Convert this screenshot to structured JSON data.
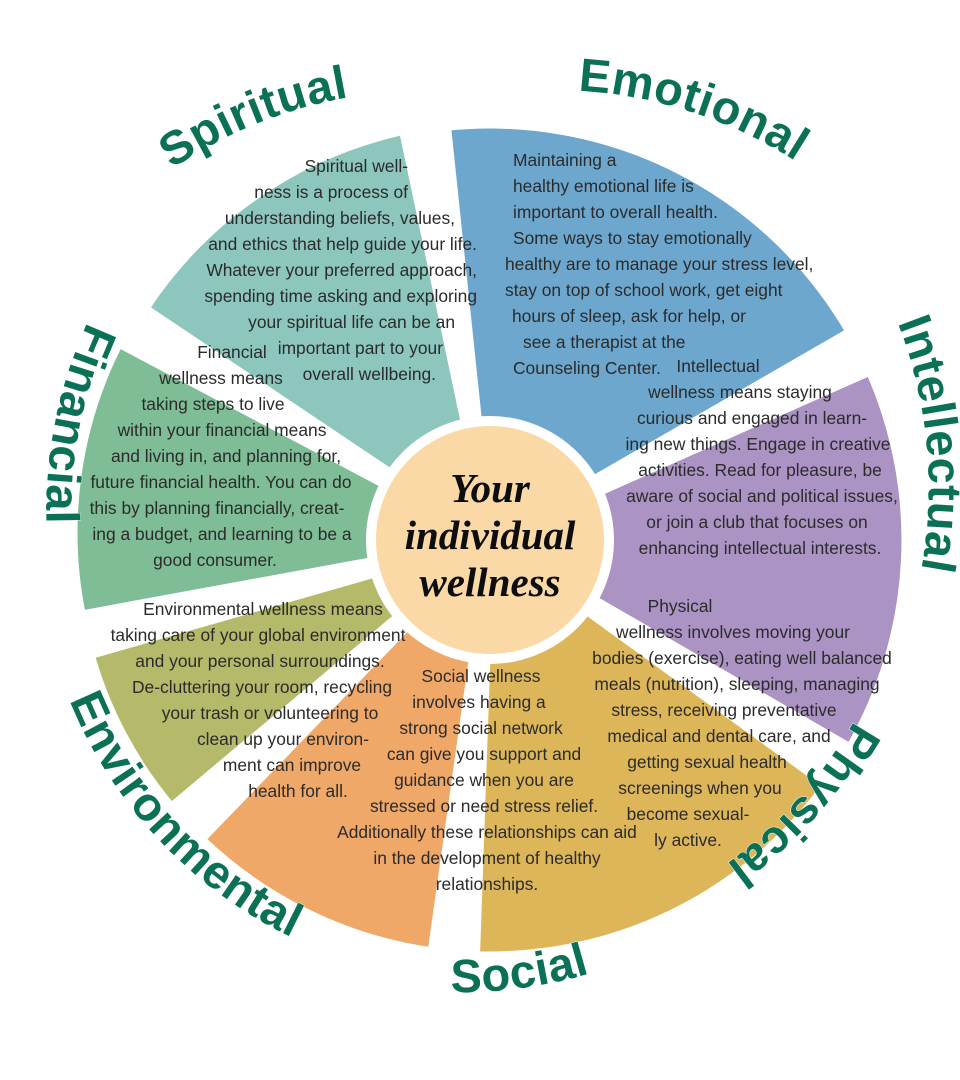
{
  "title": "Your individual wellness wheel",
  "hub": {
    "lines": [
      "Your",
      "individual",
      "wellness"
    ],
    "color": "#fad9a6"
  },
  "outer_label_color": "#0b7156",
  "segments": [
    {
      "id": "spiritual",
      "label": "Spiritual",
      "color": "#8cc6bd",
      "lines": [
        "Spiritual well-",
        "ness is a process of",
        "understanding beliefs, values,",
        "and ethics that help guide your life.",
        "Whatever your preferred approach,",
        "spending time asking and exploring",
        "your spiritual life can be an",
        "important part to your",
        "overall wellbeing."
      ]
    },
    {
      "id": "emotional",
      "label": "Emotional",
      "color": "#6da7ce",
      "lines": [
        "Maintaining a",
        "healthy emotional life is",
        "important to overall health.",
        "Some ways to stay emotionally",
        "healthy are to manage your stress level,",
        "stay on top of school work, get eight",
        "hours of sleep, ask for help, or",
        "see a therapist at the",
        "Counseling Center."
      ]
    },
    {
      "id": "intellectual",
      "label": "Intellectual",
      "color": "#ab93c4",
      "lines": [
        "Intellectual",
        "wellness means staying",
        "curious and engaged in learn-",
        "ing new things. Engage in creative",
        "activities. Read for pleasure, be",
        "aware of social and political issues,",
        "or join a club that focuses on",
        "enhancing intellectual interests."
      ]
    },
    {
      "id": "physical",
      "label": "Physical",
      "color": "#dcb659",
      "lines": [
        "Physical",
        "wellness involves moving your",
        "bodies (exercise), eating well balanced",
        "meals (nutrition), sleeping, managing",
        "stress, receiving preventative",
        "medical and dental care, and",
        "getting sexual health",
        "screenings when you",
        "become sexual-",
        "ly active."
      ]
    },
    {
      "id": "social",
      "label": "Social",
      "color": "#f0a868",
      "lines": [
        "Social wellness",
        "involves having a",
        "strong social network",
        "can give you support and",
        "guidance when you are",
        "stressed or need stress relief.",
        "Additionally these relationships can aid",
        "in the development of healthy",
        "relationships."
      ]
    },
    {
      "id": "environmental",
      "label": "Environmental",
      "color": "#b5b96a",
      "lines": [
        "Environmental wellness means",
        "taking care of your global environment",
        "and your personal surroundings.",
        "De-cluttering your room, recycling",
        "your trash or volunteering to",
        "clean up your environ-",
        "ment can improve",
        "health for all."
      ]
    },
    {
      "id": "financial",
      "label": "Financial",
      "color": "#7fbd96",
      "lines": [
        "Financial",
        "wellness means",
        "taking steps to live",
        "within your financial means",
        "and living in, and planning for,",
        "future financial health. You can do",
        "this by planning financially, creat-",
        "ing a budget, and learning to be a",
        "good consumer."
      ]
    }
  ]
}
